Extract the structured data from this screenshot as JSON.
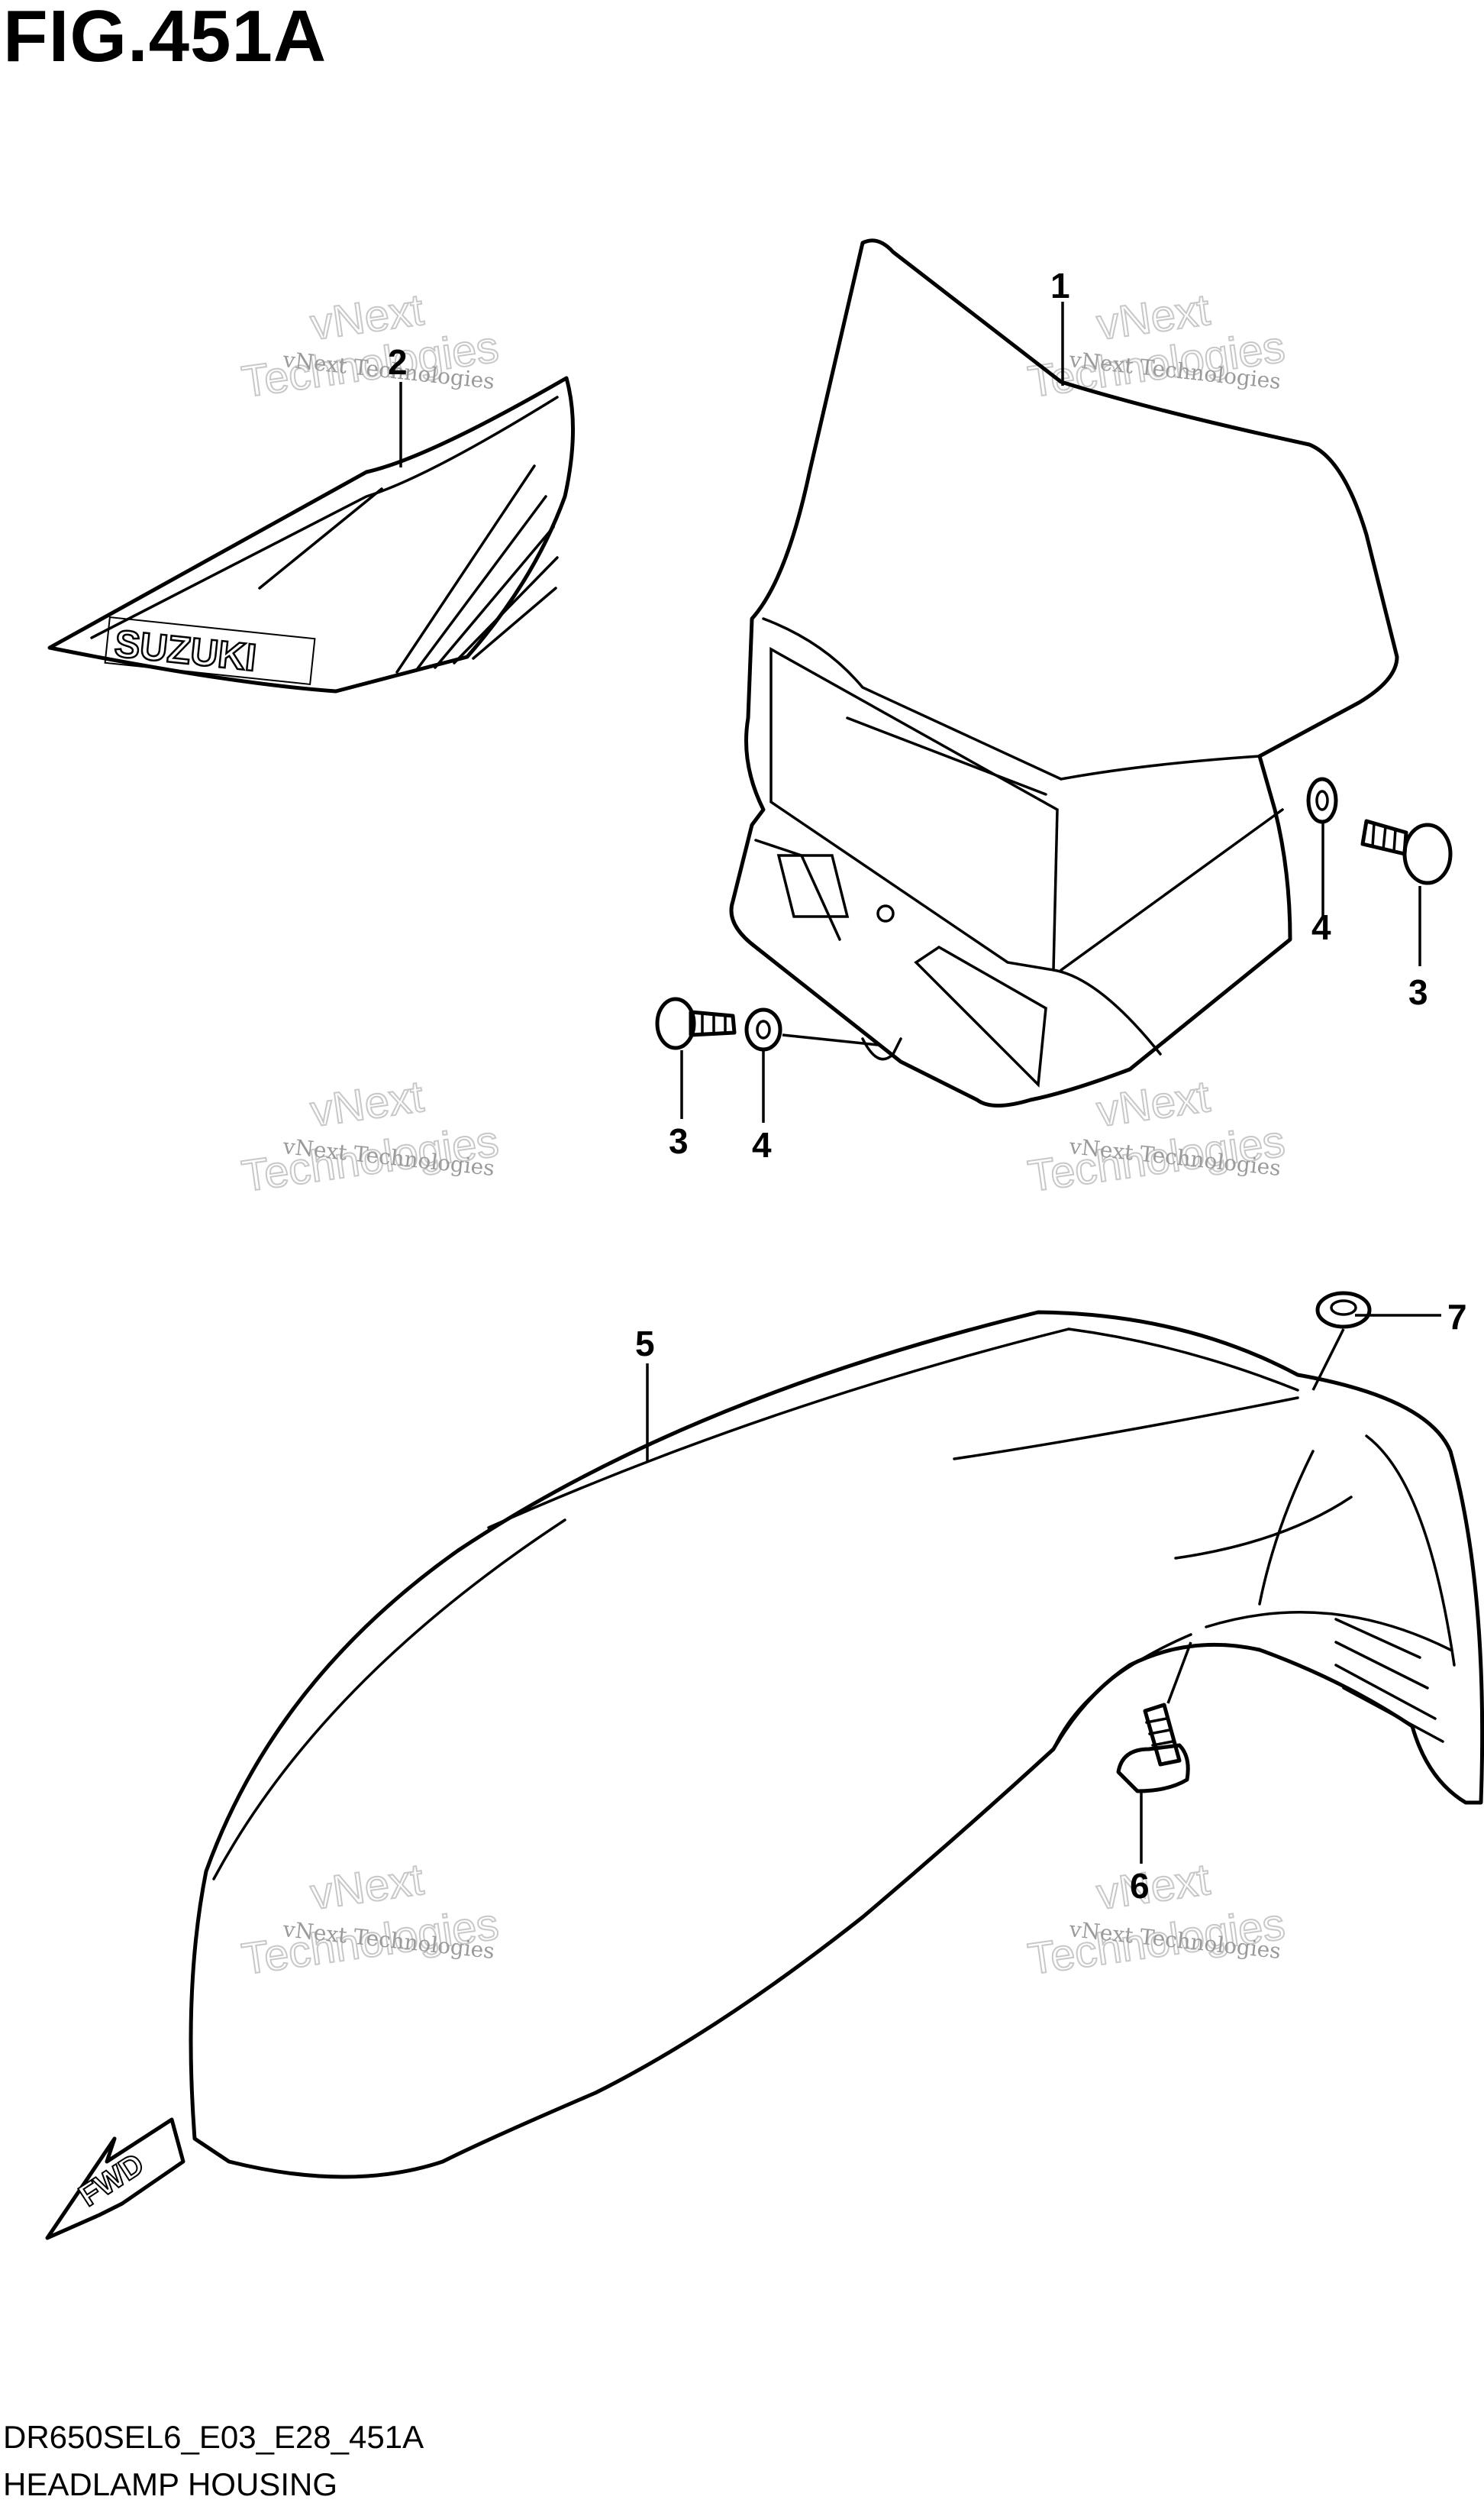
{
  "figure": {
    "title": "FIG.451A",
    "code": "DR650SEL6_E03_E28_451A",
    "name": "HEADLAMP HOUSING"
  },
  "callouts": [
    "1",
    "2",
    "3",
    "4",
    "3",
    "4",
    "5",
    "6",
    "7"
  ],
  "decal_text": "SUZUKI",
  "fwd_label": "FWD",
  "watermark": {
    "line1": "vNext Technologies",
    "line2": "vNext",
    "line3": "Technologies"
  },
  "colors": {
    "line": "#000000",
    "watermark": "#c8c8c8",
    "background": "#ffffff"
  }
}
